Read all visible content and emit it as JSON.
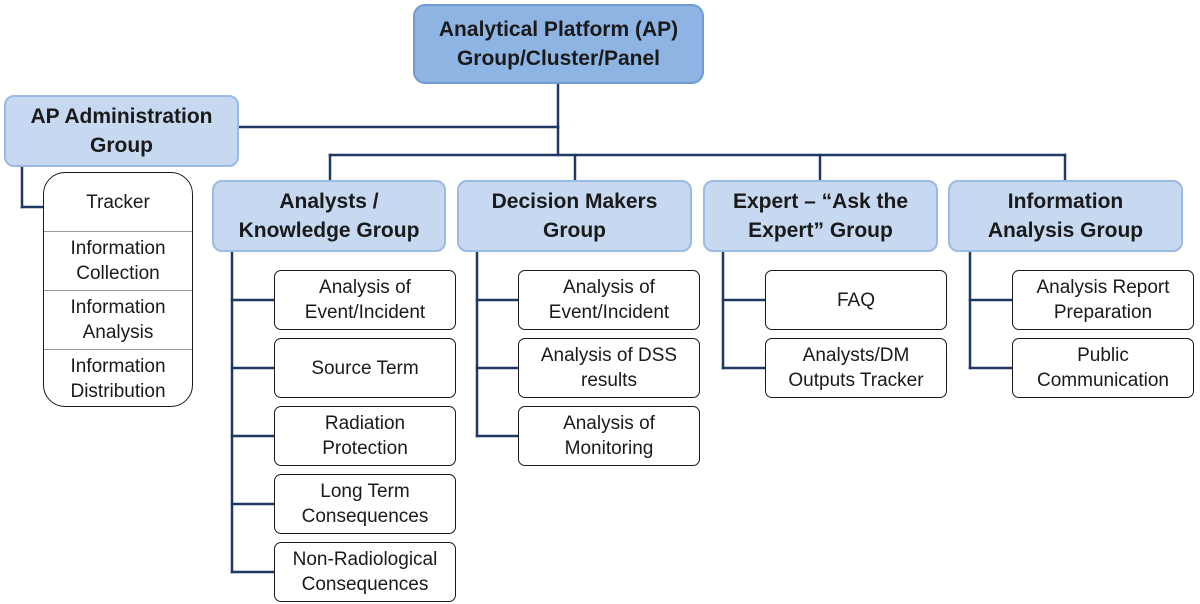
{
  "root": {
    "label": "Analytical Platform (AP)\nGroup/Cluster/Panel"
  },
  "admin": {
    "label": "AP Administration\nGroup",
    "items": [
      "Tracker",
      "Information\nCollection",
      "Information\nAnalysis",
      "Information\nDistribution"
    ]
  },
  "groups": [
    {
      "label": "Analysts /\nKnowledge Group",
      "children": [
        "Analysis of\nEvent/Incident",
        "Source Term",
        "Radiation\nProtection",
        "Long Term\nConsequences",
        "Non-Radiological\nConsequences"
      ]
    },
    {
      "label": "Decision Makers\nGroup",
      "children": [
        "Analysis of\nEvent/Incident",
        "Analysis of DSS\nresults",
        "Analysis of\nMonitoring"
      ]
    },
    {
      "label": "Expert – “Ask the\nExpert” Group",
      "children": [
        "FAQ",
        "Analysts/DM\nOutputs Tracker"
      ]
    },
    {
      "label": "Information\nAnalysis Group",
      "children": [
        "Analysis Report\nPreparation",
        "Public\nCommunication"
      ]
    }
  ],
  "colors": {
    "root_fill": "#8eb4e3",
    "group_fill": "#c6d9f1",
    "connector": "#1f3864",
    "child_border": "#1a1a1a"
  }
}
